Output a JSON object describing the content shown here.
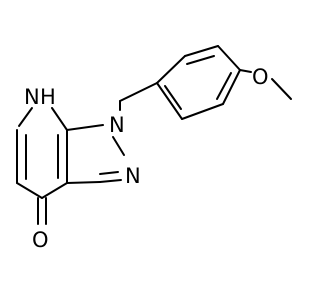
{
  "molecule": {
    "atoms": {
      "nh": "N",
      "nh_h": "H",
      "n1": "N",
      "n2": "N",
      "o_carbonyl": "O",
      "o_methoxy": "O"
    }
  }
}
